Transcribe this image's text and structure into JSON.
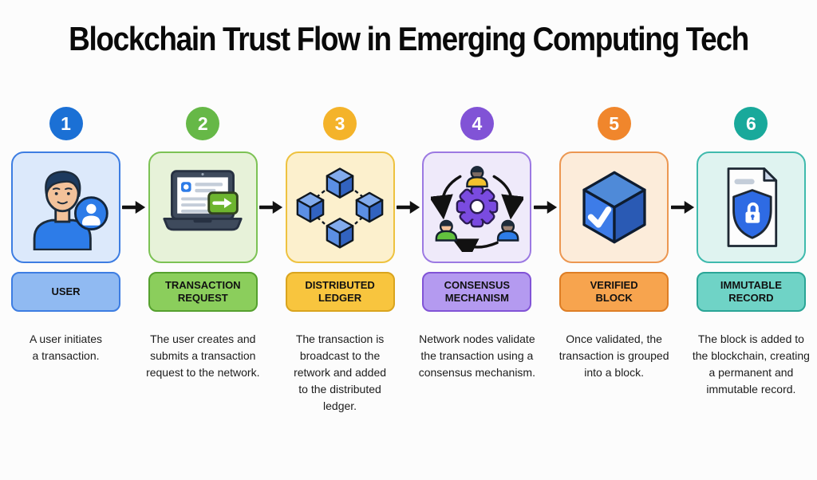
{
  "title": "Blockchain Trust Flow in Emerging Computing Tech",
  "background_color": "#fcfcfc",
  "arrow_color": "#111111",
  "steps": [
    {
      "number": "1",
      "label": "USER",
      "description": "A user initiates\na transaction.",
      "icon": "user-icon",
      "colors": {
        "badge": "#1b70d5",
        "card_bg": "#dce9fb",
        "card_border": "#3d7de2",
        "label_bg": "#90baf2",
        "label_border": "#3d7de2"
      }
    },
    {
      "number": "2",
      "label": "TRANSACTION\nREQUEST",
      "description": "The user creates and\nsubmits a transaction\nrequest to the network.",
      "icon": "laptop-request-icon",
      "colors": {
        "badge": "#66b847",
        "card_bg": "#e7f2d9",
        "card_border": "#7cc254",
        "label_bg": "#8bce5c",
        "label_border": "#55a02e"
      }
    },
    {
      "number": "3",
      "label": "DISTRIBUTED\nLEDGER",
      "description": "The transaction is\nbroadcast to the\nretwork and added\nto the distributed\nledger.",
      "icon": "distributed-cubes-icon",
      "colors": {
        "badge": "#f4b32a",
        "card_bg": "#fcf0cd",
        "card_border": "#eec23f",
        "label_bg": "#f8c53e",
        "label_border": "#d9a41e"
      }
    },
    {
      "number": "4",
      "label": "CONSENSUS\nMECHANISM",
      "description": "Network nodes validate\nthe transaction using a\nconsensus mechanism.",
      "icon": "consensus-gear-icon",
      "colors": {
        "badge": "#8153d6",
        "card_bg": "#efeafa",
        "card_border": "#9c79e2",
        "label_bg": "#b49af0",
        "label_border": "#8153d6"
      }
    },
    {
      "number": "5",
      "label": "VERIFIED\nBLOCK",
      "description": "Once validated, the\ntransaction is grouped\ninto a block.",
      "icon": "verified-cube-icon",
      "colors": {
        "badge": "#f0862c",
        "card_bg": "#fcecda",
        "card_border": "#ec9751",
        "label_bg": "#f7a44e",
        "label_border": "#de7e25"
      }
    },
    {
      "number": "6",
      "label": "IMMUTABLE\nRECORD",
      "description": "The block is added to\nthe blockchain, creating\na permanent and\nimmutable record.",
      "icon": "shield-document-icon",
      "colors": {
        "badge": "#19a99b",
        "card_bg": "#dff3f0",
        "card_border": "#3fbaad",
        "label_bg": "#6fd3c6",
        "label_border": "#2aa596"
      }
    }
  ]
}
